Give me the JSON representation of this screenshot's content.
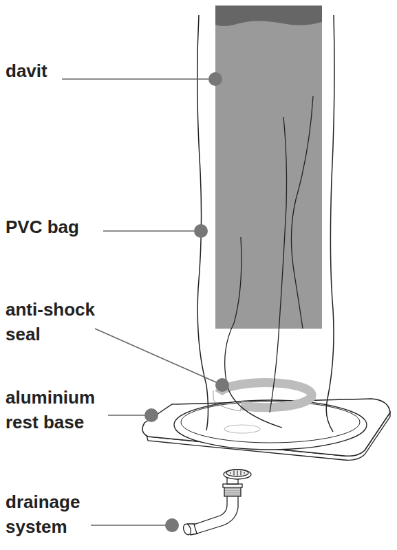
{
  "diagram": {
    "labels": [
      "davit",
      "PVC bag",
      "anti-shock seal",
      "aluminium rest base",
      "drainage system"
    ]
  }
}
